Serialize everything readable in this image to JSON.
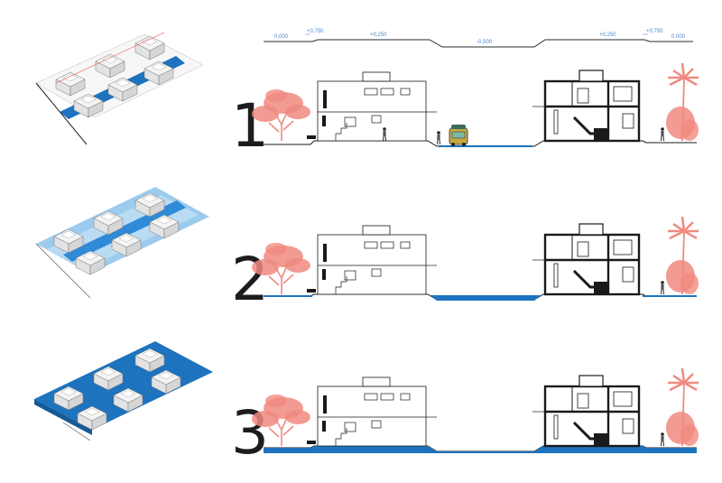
{
  "title": "",
  "colors": {
    "water_dark": "#1e73be",
    "water_mid": "#8dc3ea",
    "water_light": "#2f8ad8",
    "tree": "#f08a80",
    "line": "#1a1a1a",
    "level_text": "#4a86c8"
  },
  "levels": {
    "left_edge": "0,000",
    "left_plinth": "+0,750",
    "left_step": "+0,250",
    "canal": "-0,500",
    "right_step": "+0,250",
    "right_plinth": "+0,750",
    "right_edge": "0,000"
  },
  "scenarios": [
    {
      "number": "1",
      "water_state": "dry canal, street in use"
    },
    {
      "number": "2",
      "water_state": "canal filled"
    },
    {
      "number": "3",
      "water_state": "street flooded"
    }
  ],
  "icons": [
    "tree-icon",
    "palm-tree-icon",
    "person-icon",
    "car-icon",
    "house-icon"
  ]
}
